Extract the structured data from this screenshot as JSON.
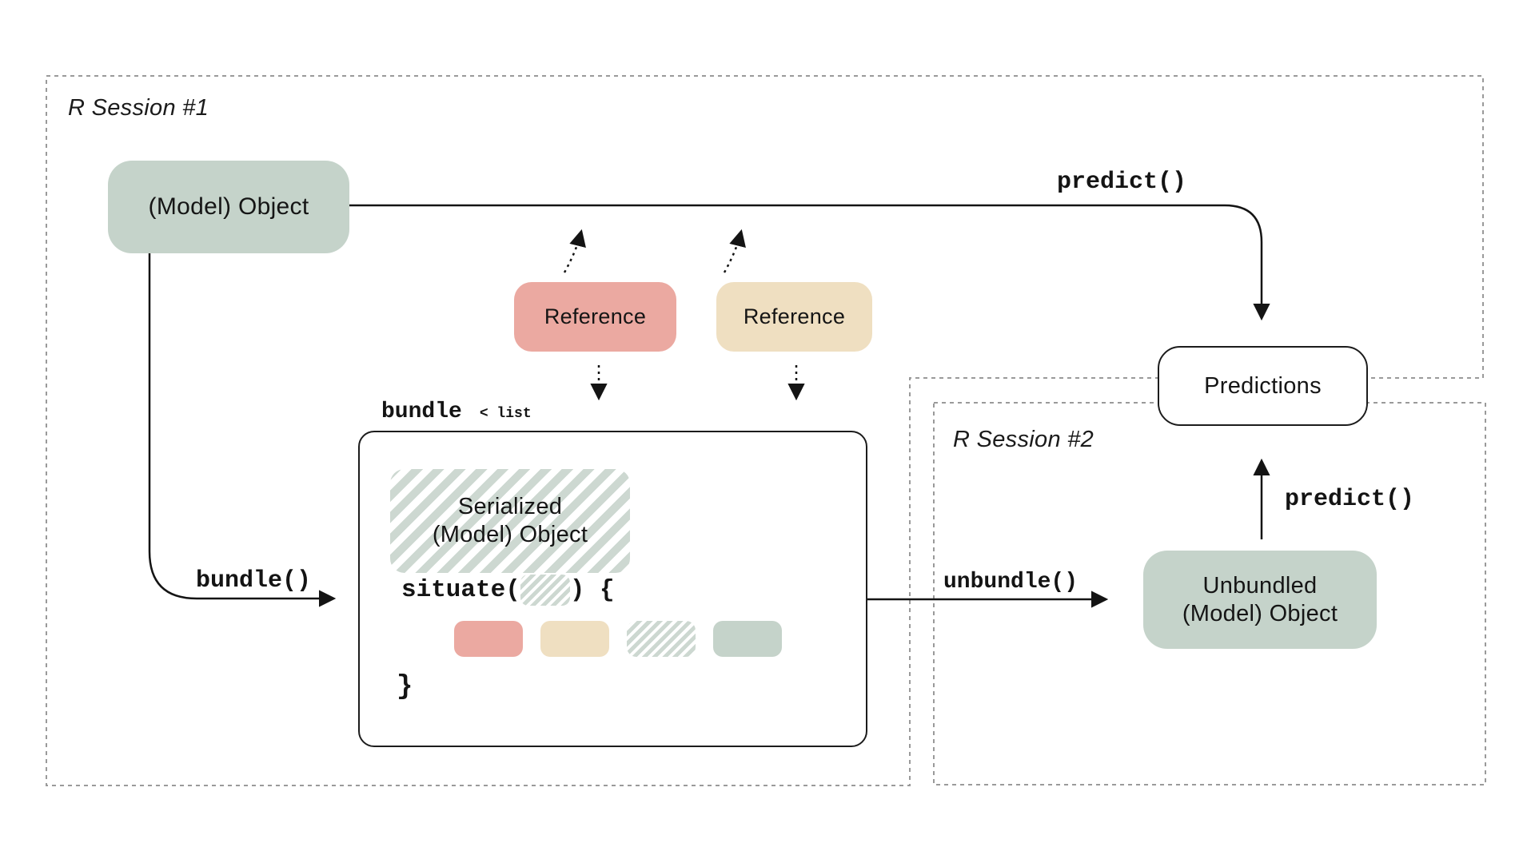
{
  "session1": {
    "label": "R Session #1"
  },
  "session2": {
    "label": "R Session #2"
  },
  "model_object": {
    "label": "(Model) Object"
  },
  "labels": {
    "predict_session1": "predict()",
    "predict_session2": "predict()",
    "bundle_call": "bundle()",
    "unbundle_call": "unbundle()"
  },
  "references": [
    {
      "label": "Reference",
      "color": "#eba9a1"
    },
    {
      "label": "Reference",
      "color": "#efdfc1"
    }
  ],
  "bundle": {
    "keyword": "bundle",
    "annotation": "< list",
    "items": [
      "reference-pink-chip",
      "reference-tan-chip",
      "serialized-striped-chip",
      "model-sage-chip"
    ]
  },
  "serialized": {
    "line1": "Serialized",
    "line2": "(Model) Object"
  },
  "situate": {
    "call_open": "situate(",
    "call_close": ") {",
    "brace_close": "}"
  },
  "unbundled": {
    "line1": "Unbundled",
    "line2": "(Model) Object"
  },
  "predictions": {
    "label": "Predictions"
  },
  "colors": {
    "sage": "#c5d3ca",
    "pink": "#eba9a1",
    "tan": "#efdfc1",
    "stripe": "#cdd8d1",
    "dashed_border": "#9a9a9a",
    "box_border": "#1c1c1c",
    "ink": "#1b1b1b"
  }
}
